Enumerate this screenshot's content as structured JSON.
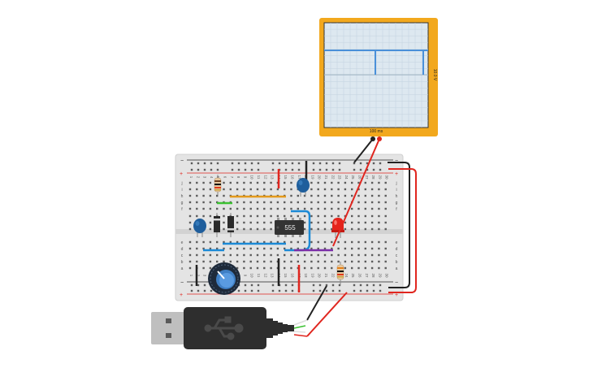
{
  "oscilloscope": {
    "time_label": "100 ms",
    "volt_label": "10.0 V",
    "frame_color": "#f2a81d",
    "trace_color": "#4a90d9"
  },
  "chip": {
    "label": "555"
  },
  "breadboard": {
    "rail_minus": "−",
    "rail_plus": "+",
    "row_letters_top": [
      "j",
      "i",
      "h",
      "g",
      "f"
    ],
    "row_letters_bottom": [
      "e",
      "d",
      "c",
      "b",
      "a"
    ],
    "column_numbers": [
      "1",
      "2",
      "3",
      "4",
      "5",
      "6",
      "7",
      "8",
      "9",
      "10",
      "11",
      "12",
      "13",
      "14",
      "15",
      "16",
      "17",
      "18",
      "19",
      "20",
      "21",
      "22",
      "23",
      "24",
      "25",
      "26",
      "27",
      "28",
      "29",
      "30"
    ]
  },
  "usb": {
    "icon": "usb-icon"
  },
  "colors": {
    "board": "#e6e6e6",
    "wire_red": "#e0261f",
    "wire_black": "#222222",
    "wire_orange": "#e39a1c",
    "wire_green": "#3cc232",
    "wire_blue": "#1c8ad6",
    "wire_purple": "#7b2fa8",
    "capacitor": "#1f5e9c",
    "led": "#e5231b"
  }
}
